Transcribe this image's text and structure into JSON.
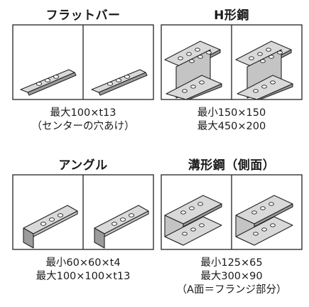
{
  "sections": [
    {
      "title": "フラットバー",
      "lines": [
        "最大100×t13",
        "（センターの穴あけ）"
      ]
    },
    {
      "title": "H形鋼",
      "lines": [
        "最小150×150",
        "最大450×200"
      ]
    },
    {
      "title": "アングル",
      "lines": [
        "最小60×60×t4",
        "最大100×100×t13"
      ]
    },
    {
      "title": "溝形鋼（側面）",
      "lines": [
        "最小125×65",
        "最大300×90",
        "（A面＝フランジ部分）"
      ]
    }
  ]
}
